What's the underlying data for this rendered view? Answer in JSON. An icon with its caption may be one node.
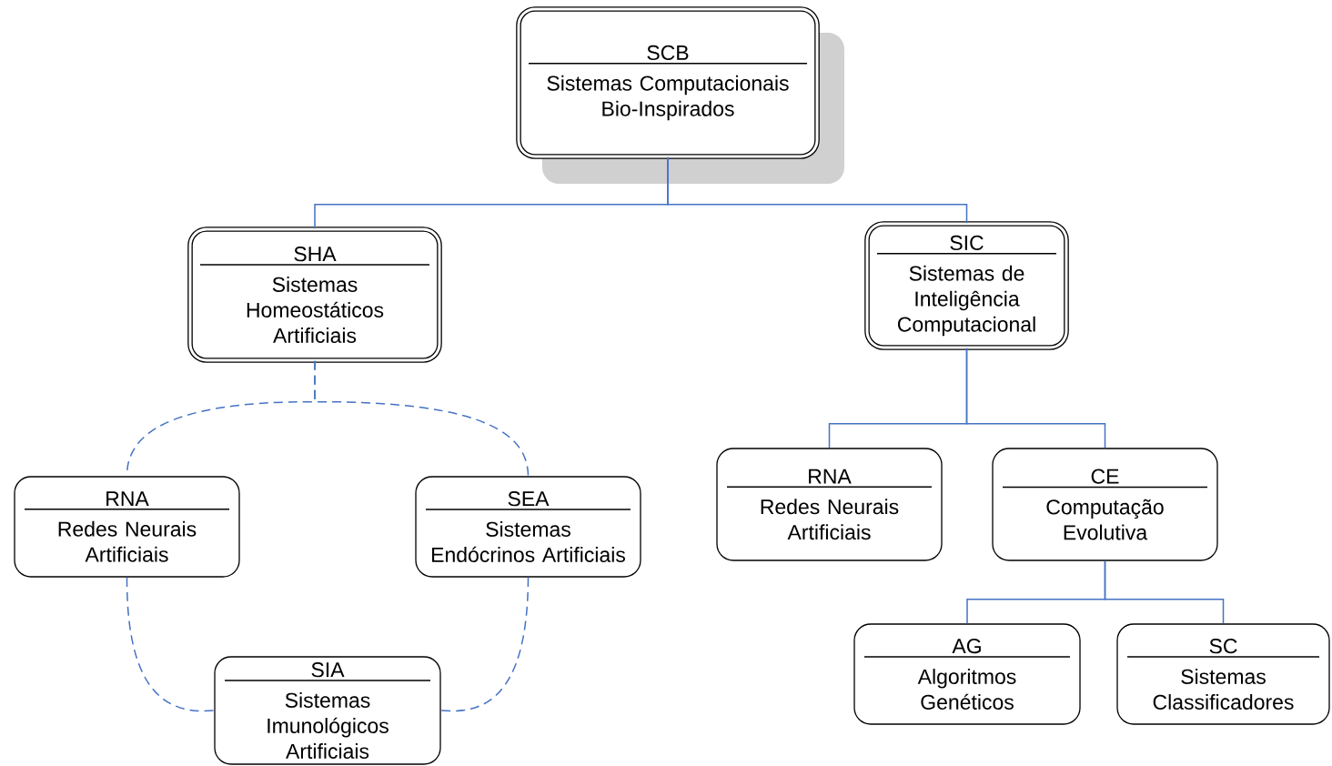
{
  "diagram": {
    "nodes": [
      {
        "text": [
          "SCB",
          "Sistemas Computacionais Bio-Inspirados"
        ]
      },
      {
        "text": [
          "SHA",
          "Sistemas Homeostáticos Artificiais"
        ]
      },
      {
        "text": [
          "SIC",
          "Sistemas de Inteligência Computacional"
        ]
      },
      {
        "text": [
          "RNA",
          "Redes Neurais Artificiais"
        ]
      },
      {
        "text": [
          "SEA",
          "Sistemas Endócrinos Artificiais"
        ]
      },
      {
        "text": [
          "SIA",
          "Sistemas Imunológicos Artificiais"
        ]
      },
      {
        "text": [
          "RNA",
          "Redes Neurais Artificiais"
        ]
      },
      {
        "text": [
          "CE",
          "Computação Evolutiva"
        ]
      },
      {
        "text": [
          "AG",
          "Algoritmos Genéticos"
        ]
      },
      {
        "text": [
          "SC",
          "Sistemas Classificadores"
        ]
      }
    ],
    "edges": [
      {
        "from": 0,
        "to": 1,
        "arrow": "none"
      },
      {
        "from": 0,
        "to": 2,
        "arrow": "none"
      },
      {
        "from": 1,
        "to": 3,
        "arrow": "none",
        "style": "dashed"
      },
      {
        "from": 1,
        "to": 4,
        "arrow": "none",
        "style": "dashed"
      },
      {
        "from": 3,
        "to": 5,
        "arrow": "none",
        "style": "dashed"
      },
      {
        "from": 4,
        "to": 5,
        "arrow": "none",
        "style": "dashed"
      },
      {
        "from": 2,
        "to": 6,
        "arrow": "none"
      },
      {
        "from": 2,
        "to": 7,
        "arrow": "none"
      },
      {
        "from": 7,
        "to": 8,
        "arrow": "none"
      },
      {
        "from": 7,
        "to": 9,
        "arrow": "none"
      }
    ]
  }
}
